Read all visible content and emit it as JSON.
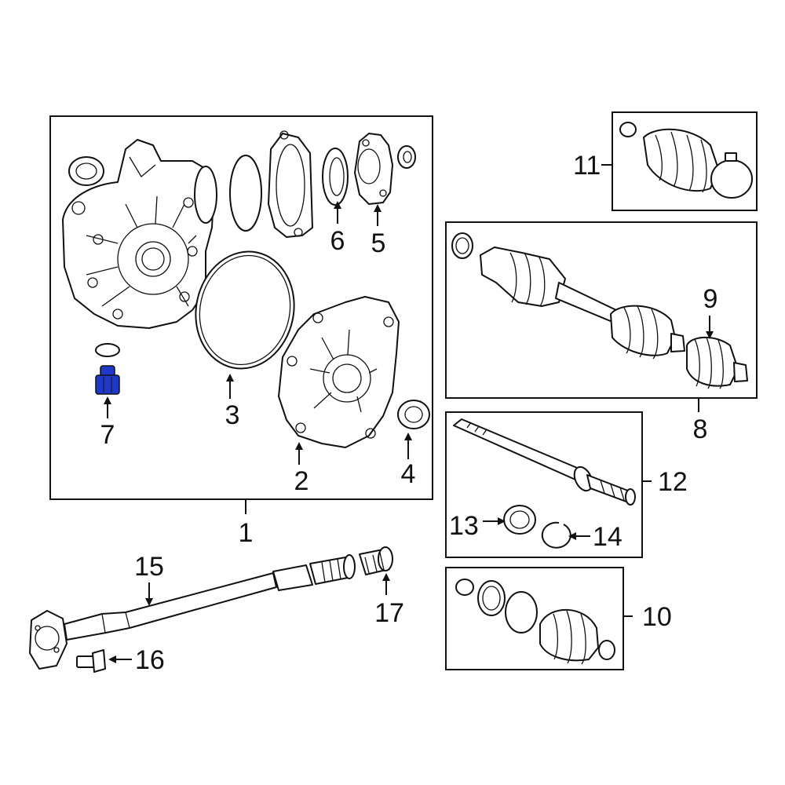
{
  "callouts": {
    "c1": "1",
    "c2": "2",
    "c3": "3",
    "c4": "4",
    "c5": "5",
    "c6": "6",
    "c7": "7",
    "c8": "8",
    "c9": "9",
    "c10": "10",
    "c11": "11",
    "c12": "12",
    "c13": "13",
    "c14": "14",
    "c15": "15",
    "c16": "16",
    "c17": "17"
  },
  "colors": {
    "highlight": "#2038c8",
    "line": "#111111",
    "background": "#ffffff"
  }
}
